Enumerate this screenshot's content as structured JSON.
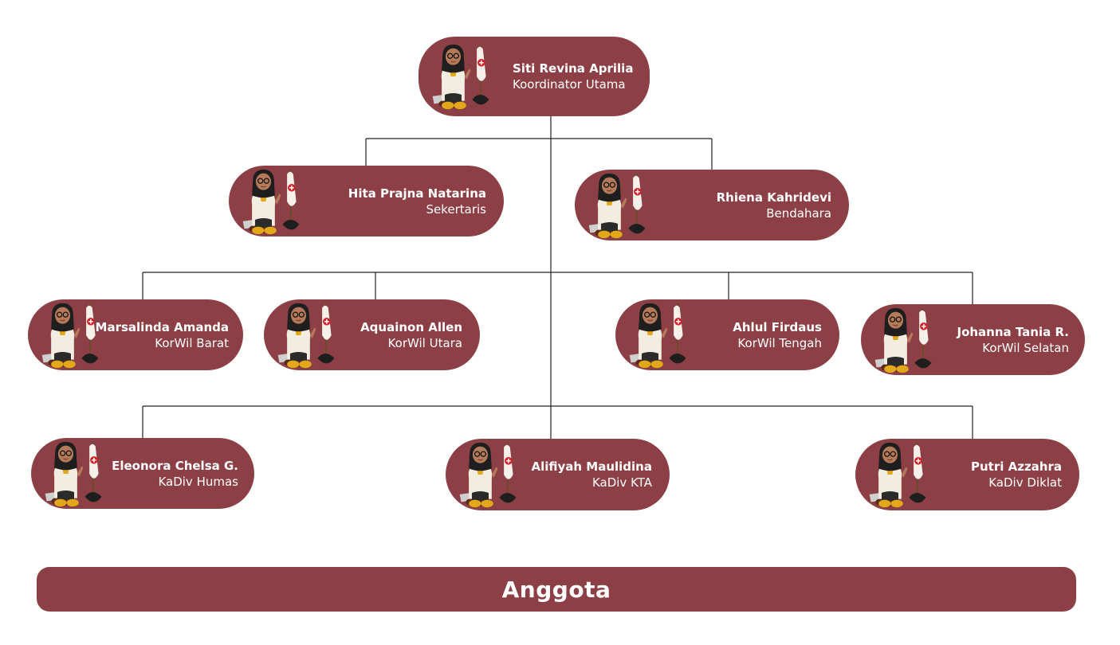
{
  "colors": {
    "node_bg": "#8c4045",
    "line": "#222222",
    "text": "#ffffff"
  },
  "nodes": [
    {
      "id": "koordinator",
      "name": "Siti Revina Aprilia",
      "role": "Koordinator Utama",
      "icon": "avatar-with-flag-icon"
    },
    {
      "id": "sekertaris",
      "name": "Hita Prajna Natarina",
      "role": "Sekertaris",
      "icon": "avatar-with-flag-icon"
    },
    {
      "id": "bendahara",
      "name": "Rhiena Kahridevi",
      "role": "Bendahara",
      "icon": "avatar-with-flag-icon"
    },
    {
      "id": "korwil-barat",
      "name": "Marsalinda Amanda",
      "role": "KorWil Barat",
      "icon": "avatar-with-flag-icon"
    },
    {
      "id": "korwil-utara",
      "name": "Aquainon Allen",
      "role": "KorWil Utara",
      "icon": "avatar-with-flag-icon"
    },
    {
      "id": "korwil-tengah",
      "name": "Ahlul Firdaus",
      "role": "KorWil Tengah",
      "icon": "avatar-with-flag-icon"
    },
    {
      "id": "korwil-selatan",
      "name": "Johanna Tania R.",
      "role": "KorWil Selatan",
      "icon": "avatar-with-flag-icon"
    },
    {
      "id": "kadiv-humas",
      "name": "Eleonora Chelsa G.",
      "role": "KaDiv Humas",
      "icon": "avatar-with-flag-icon"
    },
    {
      "id": "kadiv-kta",
      "name": "Alifiyah Maulidina",
      "role": "KaDiv KTA",
      "icon": "avatar-with-flag-icon"
    },
    {
      "id": "kadiv-diklat",
      "name": "Putri Azzahra",
      "role": "KaDiv Diklat",
      "icon": "avatar-with-flag-icon"
    }
  ],
  "footer": {
    "label": "Anggota"
  }
}
